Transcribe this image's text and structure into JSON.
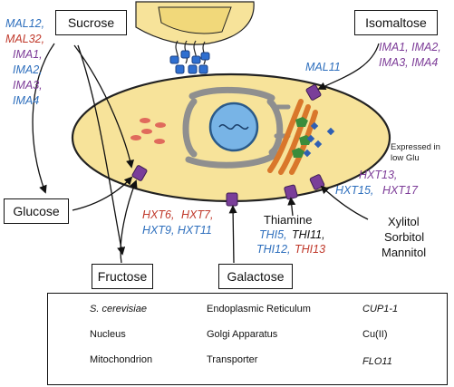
{
  "boxes": {
    "sucrose": "Sucrose",
    "isomaltose": "Isomaltose",
    "glucose": "Glucose",
    "fructose": "Fructose",
    "galactose": "Galactose"
  },
  "sucrose_genes": [
    {
      "text": "MAL12,",
      "color": "blue"
    },
    {
      "text": "MAL32,",
      "color": "red"
    },
    {
      "text": "IMA1,",
      "color": "purple"
    },
    {
      "text": "IMA2,",
      "color": "blue"
    },
    {
      "text": "IMA3,",
      "color": "purple"
    },
    {
      "text": "IMA4",
      "color": "blue"
    }
  ],
  "isomaltose_genes": {
    "line1": "IMA1, IMA2,",
    "line2": "IMA3, IMA4"
  },
  "mal11": "MAL11",
  "fructose_transporters": {
    "hxt6": "HXT6,",
    "hxt7": "HXT7,",
    "line2": "HXT9, HXT11"
  },
  "low_glu": {
    "note_line1": "Expressed in",
    "note_line2": "low Glu",
    "hxt13": "HXT13,",
    "hxt15": "HXT15,",
    "hxt17": "HXT17"
  },
  "thiamine": {
    "label": "Thiamine",
    "thi5": "THI5,",
    "thi11": "THI11,",
    "thi12": "THI12,",
    "thi13": "THI13"
  },
  "polyols": [
    "Xylitol",
    "Sorbitol",
    "Mannitol"
  ],
  "legend": {
    "s_cerevisiae": "S. cerevisiae",
    "endoplasmic_reticulum": "Endoplasmic Reticulum",
    "cup1": "CUP1-1",
    "nucleus": "Nucleus",
    "golgi": "Golgi Apparatus",
    "copper": "Cu(II)",
    "mitochondrion": "Mitochondrion",
    "transporter": "Transporter",
    "flo11": "FLO11"
  },
  "colors": {
    "cell_fill": "#f7e39a",
    "cell_wall": "#222222",
    "er": "#8f8f8f",
    "golgi": "#d9772b",
    "nucleus": "#78b4e6",
    "mito": "#e06a5c",
    "transporter": "#7a3e99",
    "cup1": "#3b8c3b",
    "copper": "#2f5fb3",
    "blue": "#2e6fbd",
    "red": "#c0392b",
    "purple": "#7d3c98"
  }
}
